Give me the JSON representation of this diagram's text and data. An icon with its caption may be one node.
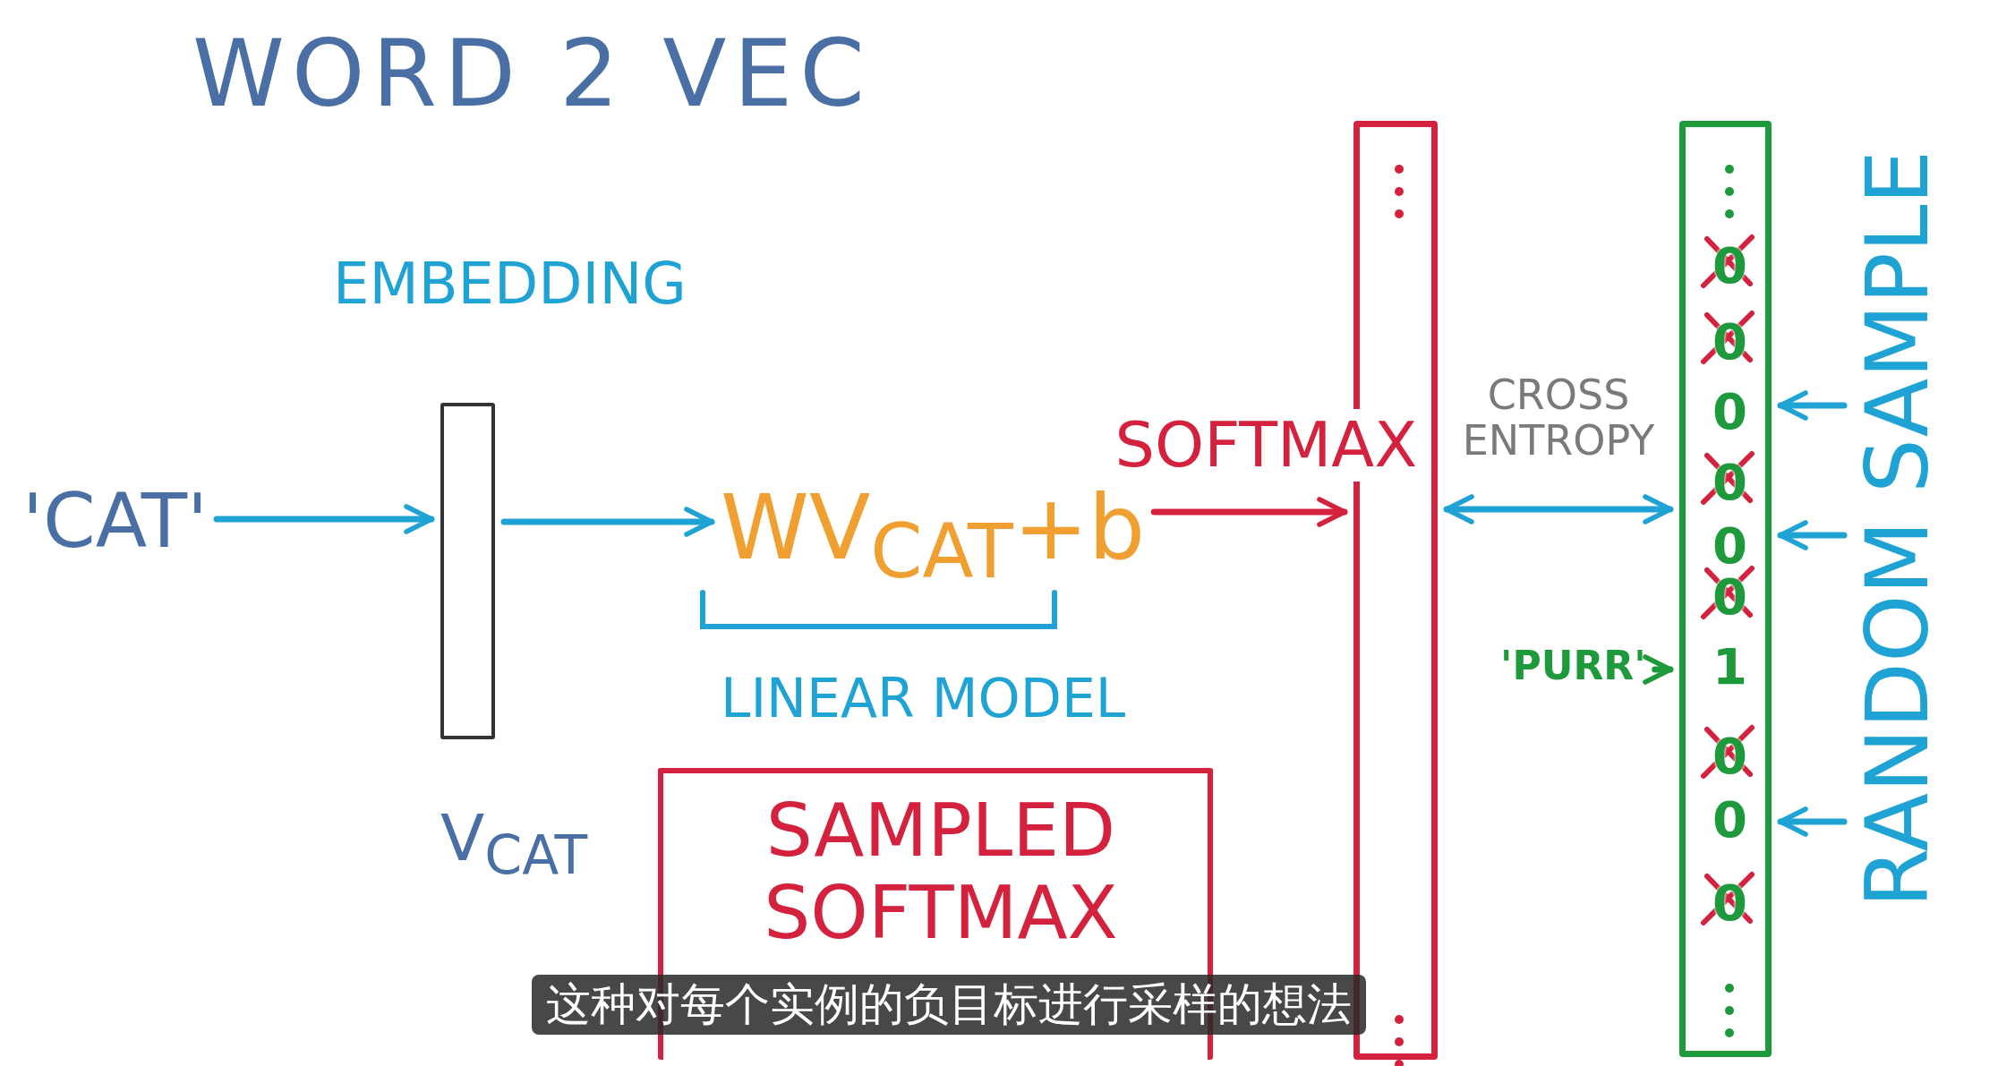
{
  "diagram": {
    "title": "WORD 2 VEC",
    "caption": "这种对每个实例的负目标进行采样的想法",
    "nodes": [
      {
        "text": [
          "'CAT'"
        ]
      },
      {
        "text": [
          "EMBEDDING"
        ],
        "beside": [
          "V$_{CAT}$"
        ]
      },
      {
        "text": [
          "WV$_{CAT}$+b"
        ]
      },
      {
        "text": [],
        "shape": "bar"
      },
      {
        "text": [
          "0",
          "0",
          "0",
          "0",
          "0",
          "0",
          "1",
          "0",
          "0",
          "0"
        ]
      },
      {
        "text": [
          "'PURR'"
        ]
      },
      {
        "text": [
          "SAMPLED SOFTMAX"
        ]
      },
      {
        "text": [
          "RANDOM SAMPLE"
        ]
      }
    ],
    "edges": [
      {
        "from": 0,
        "to": 1,
        "arrow": "to"
      },
      {
        "from": 1,
        "to": 2,
        "arrow": "to"
      },
      {
        "from": 2,
        "to": 3,
        "arrow": "to",
        "label": "SOFTMAX",
        "color": "#d4213d"
      },
      {
        "from": 3,
        "to": 4,
        "arrow": "both",
        "label": "CROSS ENTROPY"
      },
      {
        "from": 5,
        "to": 4,
        "arrow": "to",
        "color": "#1e9a3c"
      },
      {
        "from": 7,
        "to": 4,
        "arrow": "to"
      },
      {
        "from": 7,
        "to": 4,
        "arrow": "to"
      },
      {
        "from": 7,
        "to": 4,
        "arrow": "to"
      }
    ],
    "labels": [
      "LINEAR MODEL"
    ]
  }
}
